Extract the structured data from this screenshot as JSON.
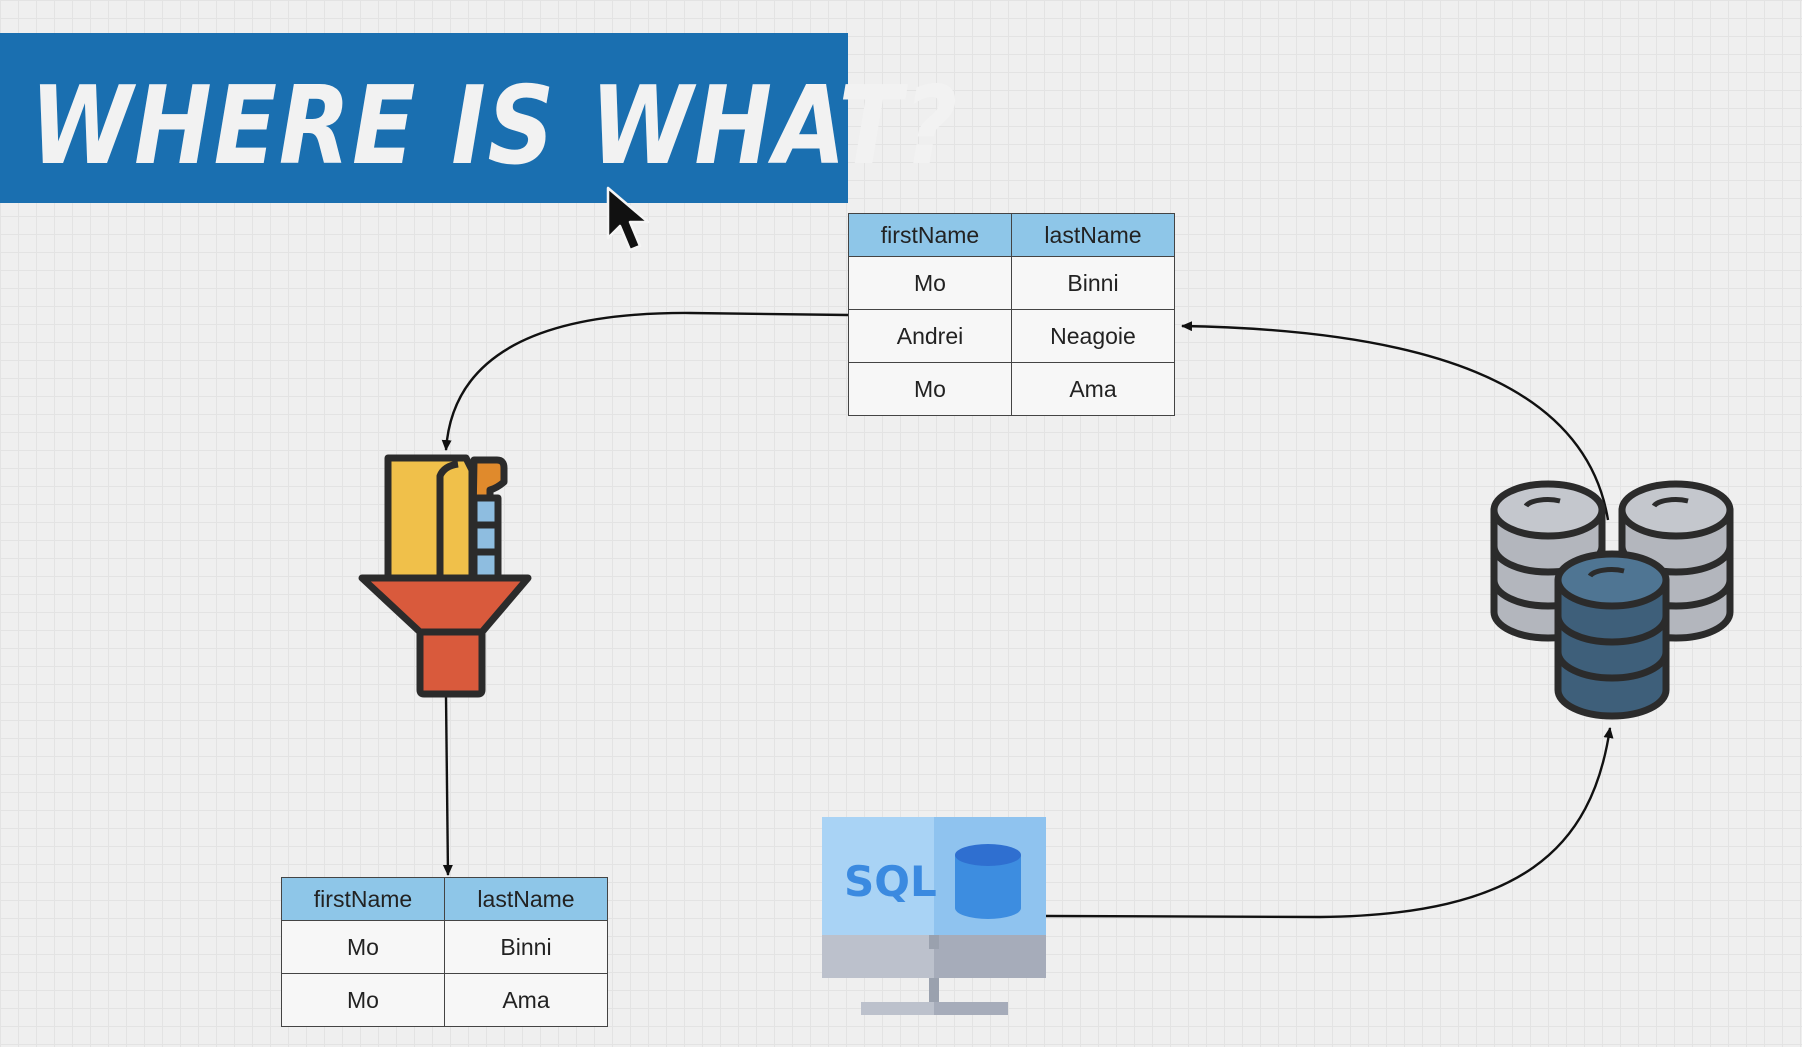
{
  "title": "WHERE IS WHAT?",
  "colors": {
    "banner": "#1a6fb0",
    "table_header": "#8ec6e8",
    "funnel": "#d95a3c",
    "database_dark": "#3e5f7a",
    "database_light": "#b3b6bd",
    "monitor": "#a9d3f5"
  },
  "icons": {
    "transform": "funnel-icon",
    "warehouse": "database-icon",
    "source": "sql-monitor-icon",
    "cursor": "mouse-cursor-icon"
  },
  "sql_label": "SQL",
  "top_table": {
    "headers": [
      "firstName",
      "lastName"
    ],
    "rows": [
      [
        "Mo",
        "Binni"
      ],
      [
        "Andrei",
        "Neagoie"
      ],
      [
        "Mo",
        "Ama"
      ]
    ]
  },
  "bottom_table": {
    "headers": [
      "firstName",
      "lastName"
    ],
    "rows": [
      [
        "Mo",
        "Binni"
      ],
      [
        "Mo",
        "Ama"
      ]
    ]
  }
}
